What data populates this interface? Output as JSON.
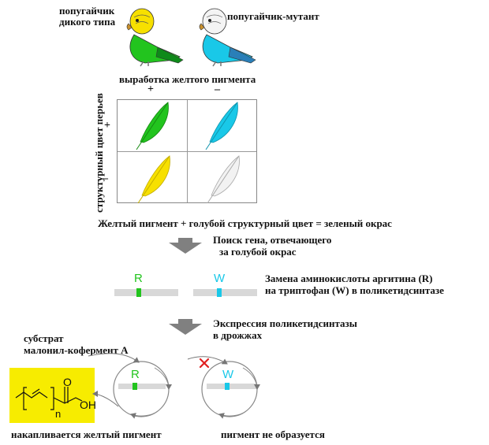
{
  "labels": {
    "wild_type": [
      "попугайчик",
      "дикого типа"
    ],
    "mutant": "попугайчик-мутант",
    "yellow_pigment": "выработка желтого пигмента",
    "plus": "+",
    "minus": "–",
    "structural_color": "структурный цвет перьев",
    "equation": "Желтый пигмент + голубой структурный цвет = зеленый окрас",
    "search_gene": [
      "Поиск гена, отвечающего",
      "за голубой окрас"
    ],
    "substitution": [
      "Замена аминокислоты аргитина (R)",
      "на триптофан (W) в поликетидсинтазе"
    ],
    "expression": [
      "Экспрессия поликетидсинтазы",
      "в дрожжах"
    ],
    "substrate": [
      "субстрат",
      "малонил-кофермент А"
    ],
    "accumulates": "накапливается желтый пигмент",
    "no_pigment": "пигмент не образуется"
  },
  "residues": {
    "R": "R",
    "W": "W"
  },
  "molecule": {
    "n": "n",
    "O": "O",
    "OH": "OH"
  },
  "colors": {
    "green": "#22c41e",
    "cyan": "#19c8e8",
    "yellow": "#f7e000",
    "white": "#f2f2f2",
    "arrow_gray": "#808080",
    "bar_gray": "#d8d8d8",
    "mol_bg": "#f7ec00",
    "cross": "#e02020"
  }
}
